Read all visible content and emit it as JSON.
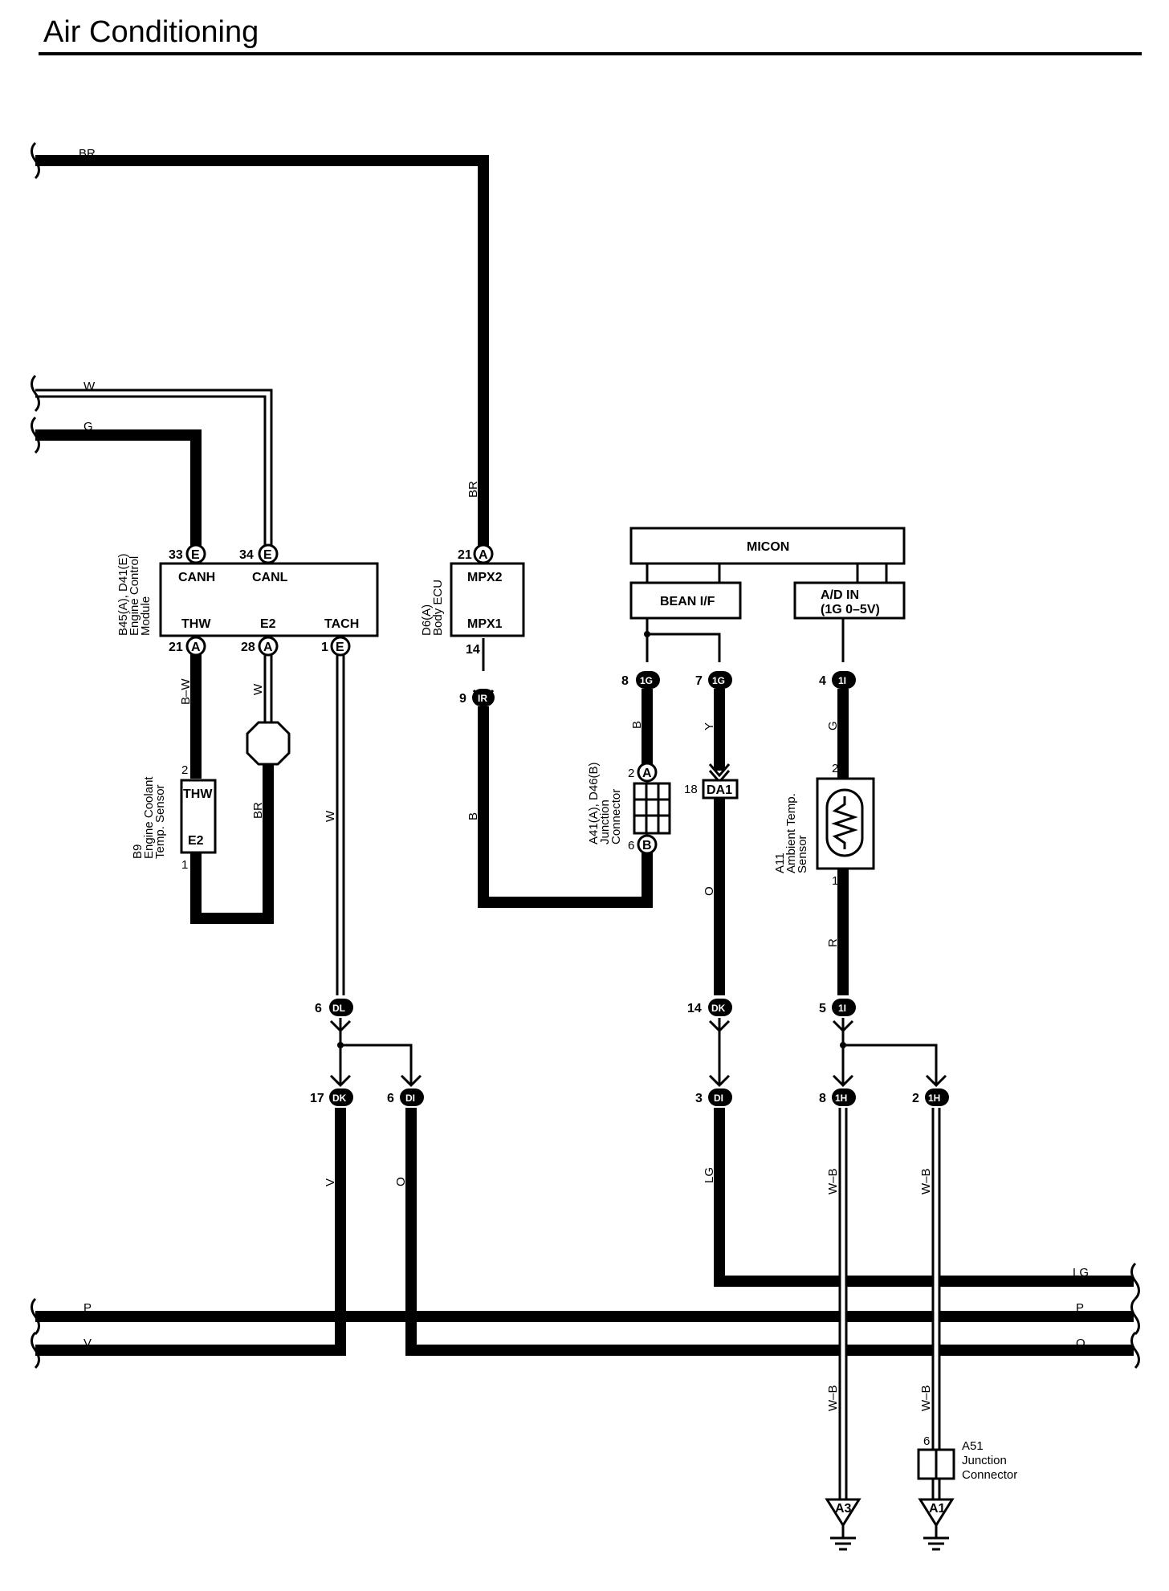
{
  "title": "Air Conditioning",
  "wires": {
    "top_br": "BR",
    "w": "W",
    "g": "G",
    "br_vertical": "BR",
    "b_w": "B–W",
    "w_sensor": "W",
    "br_sensor": "BR",
    "w_tach": "W",
    "b_ecu": "B",
    "b_jc": "B",
    "y": "Y",
    "g_amb": "G",
    "o_da": "O",
    "r_amb": "R",
    "v": "V",
    "o_di": "O",
    "lg": "LG",
    "wb1": "W–B",
    "wb2": "W–B",
    "wb3": "W–B",
    "wb4": "W–B",
    "bus_p_left": "P",
    "bus_v_left": "V",
    "bus_lg_right": "LG",
    "bus_p_right": "P",
    "bus_o_right": "O"
  },
  "ecm": {
    "label_lines": [
      "B45(A), D41(E)",
      "Engine Control",
      "Module"
    ],
    "canh": "CANH",
    "canl": "CANL",
    "thw": "THW",
    "e2": "E2",
    "tach": "TACH",
    "pin_canh": "33",
    "pin_canh_conn": "E",
    "pin_canl": "34",
    "pin_canl_conn": "E",
    "pin_thw": "21",
    "pin_thw_conn": "A",
    "pin_e2": "28",
    "pin_e2_conn": "A",
    "pin_tach": "1",
    "pin_tach_conn": "E"
  },
  "body_ecu": {
    "label_lines": [
      "D6(A)",
      "Body ECU"
    ],
    "mpx2": "MPX2",
    "mpx1": "MPX1",
    "pin_mpx2": "21",
    "pin_mpx2_conn": "A",
    "pin_mpx1": "14"
  },
  "coolant_sensor": {
    "label_lines": [
      "B9",
      "Engine Coolant",
      "Temp. Sensor"
    ],
    "thw": "THW",
    "e2": "E2",
    "pin_top": "2",
    "pin_bottom": "1"
  },
  "micon": {
    "title": "MICON",
    "bean": "BEAN I/F",
    "adin": "A/D IN",
    "adin_sub": "(1G 0–5V)"
  },
  "junction_a41": {
    "label_lines": [
      "A41(A), D46(B)",
      "Junction",
      "Connector"
    ],
    "pin_top": "2",
    "pin_top_conn": "A",
    "pin_bottom": "6",
    "pin_bottom_conn": "B"
  },
  "ambient_sensor": {
    "label_lines": [
      "A11",
      "Ambient Temp.",
      "Sensor"
    ],
    "pin_top": "2",
    "pin_bottom": "1"
  },
  "da1": {
    "label": "DA1",
    "pin": "18"
  },
  "junction_a51": {
    "label_lines": [
      "A51",
      "Junction",
      "Connector"
    ],
    "pin": "6"
  },
  "connectors": [
    {
      "pin": "9",
      "label": "IR"
    },
    {
      "pin": "8",
      "label": "1G"
    },
    {
      "pin": "7",
      "label": "1G"
    },
    {
      "pin": "4",
      "label": "1I"
    },
    {
      "pin": "6",
      "label": "DL"
    },
    {
      "pin": "14",
      "label": "DK"
    },
    {
      "pin": "5",
      "label": "1I"
    },
    {
      "pin": "17",
      "label": "DK"
    },
    {
      "pin": "6",
      "label": "DI"
    },
    {
      "pin": "3",
      "label": "DI"
    },
    {
      "pin": "8",
      "label": "1H"
    },
    {
      "pin": "2",
      "label": "1H"
    }
  ],
  "grounds": [
    {
      "label": "A3"
    },
    {
      "label": "A1"
    }
  ]
}
